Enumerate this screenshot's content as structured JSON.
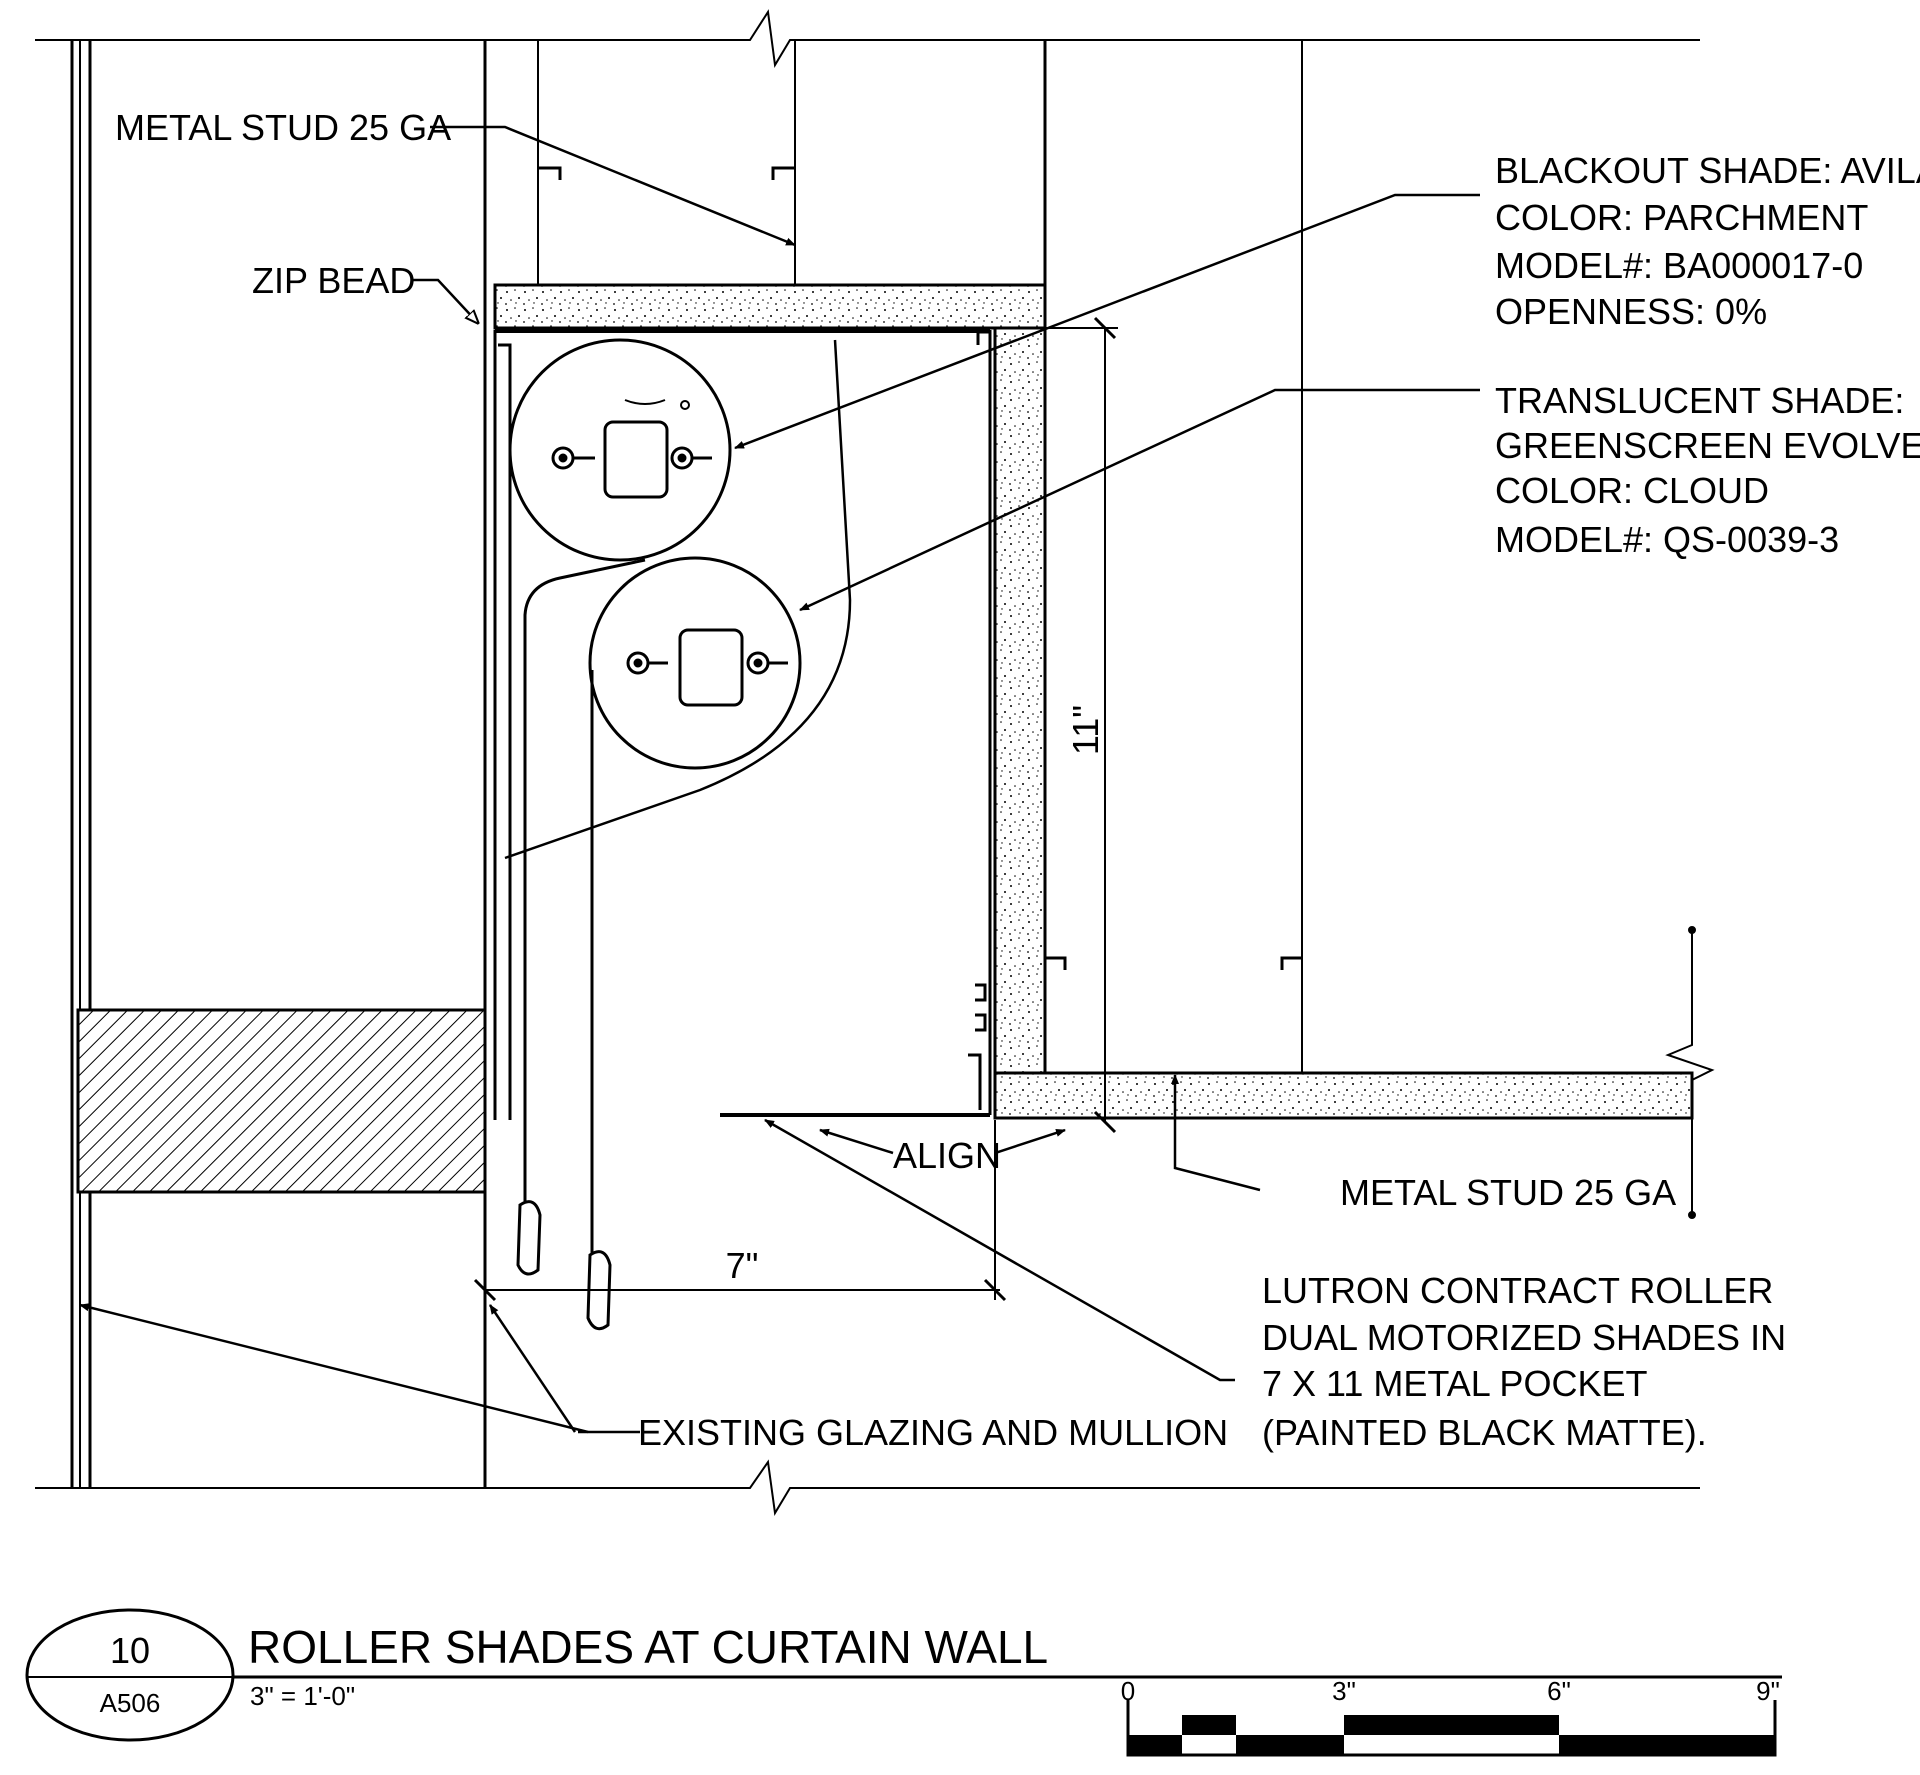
{
  "labels": {
    "stud_top": "METAL STUD 25 GA",
    "zip_bead": "ZIP BEAD",
    "blackout": [
      "BLACKOUT SHADE: AVILA",
      "COLOR: PARCHMENT",
      "MODEL#: BA000017-0",
      "OPENNESS: 0%"
    ],
    "translucent": [
      "TRANSLUCENT SHADE:",
      "GREENSCREEN EVOLVE",
      "COLOR: CLOUD",
      "MODEL#: QS-0039-3"
    ],
    "dim_height": "11\"",
    "dim_width": "7\"",
    "align": "ALIGN",
    "stud_bottom": "METAL STUD 25 GA",
    "lutron": [
      "LUTRON CONTRACT ROLLER",
      "DUAL MOTORIZED SHADES IN",
      "7 X 11 METAL POCKET",
      "(PAINTED BLACK MATTE)."
    ],
    "glazing": "EXISTING GLAZING AND MULLION"
  },
  "title_block": {
    "detail_number": "10",
    "sheet": "A506",
    "title": "ROLLER SHADES AT CURTAIN WALL",
    "scale": "3\" = 1'-0\""
  },
  "scale_bar": {
    "ticks": [
      "0",
      "3\"",
      "6\"",
      "9\""
    ]
  }
}
